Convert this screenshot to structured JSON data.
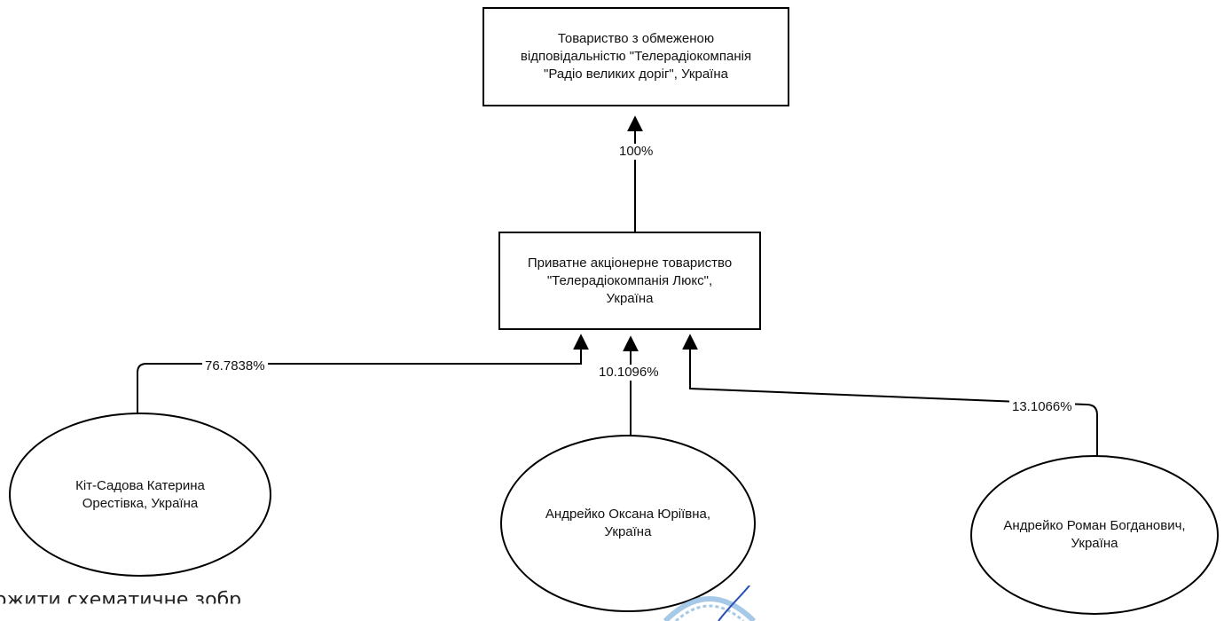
{
  "nodes": {
    "top": {
      "lines": [
        "Товариство з обмеженою",
        "відповідальністю  \"Телерадіокомпанія",
        "\"Радіо великих доріг\", Україна"
      ]
    },
    "middle": {
      "lines": [
        "Приватне акціонерне товариство",
        "\"Телерадіокомпанія Люкс\",",
        "Україна"
      ]
    },
    "owner1": {
      "lines": [
        "Кіт-Садова Катерина",
        "Орестівка, Україна"
      ]
    },
    "owner2": {
      "lines": [
        "Андрейко Оксана Юріївна,",
        "Україна"
      ]
    },
    "owner3": {
      "lines": [
        "Андрейко Роман Богданович,",
        "Україна"
      ]
    }
  },
  "shares": {
    "middle_to_top": "100%",
    "owner1": "76.7838%",
    "owner2": "10.1096%",
    "owner3": "13.1066%"
  },
  "footer_text": "ожити схематичне зобр",
  "colors": {
    "line": "#000000",
    "stamp": "#7fb2dc",
    "signature": "#2a4fb8"
  }
}
